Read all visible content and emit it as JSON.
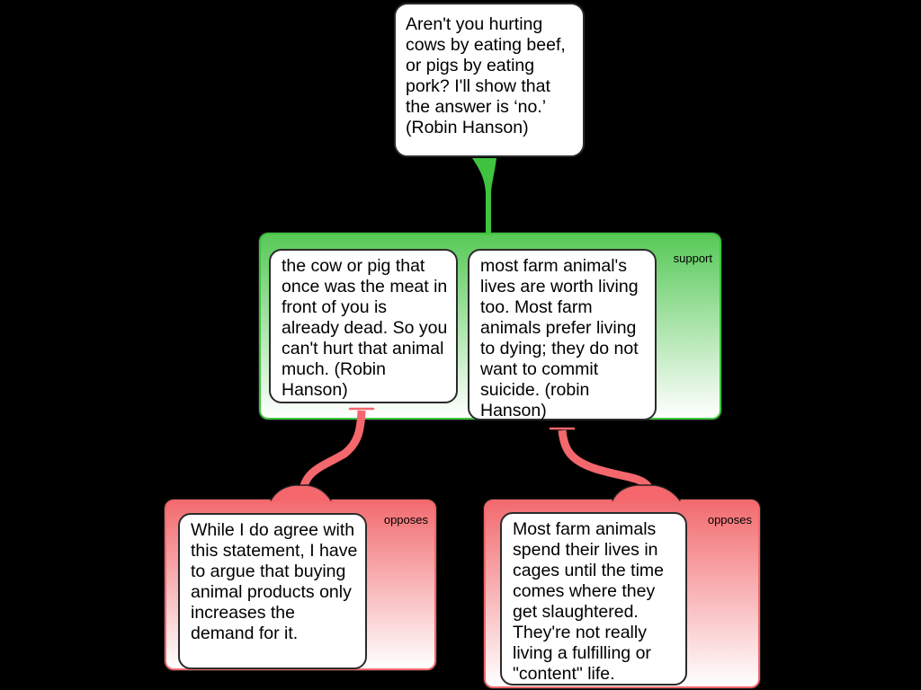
{
  "colors": {
    "bg": "#000000",
    "green-accent": "#3fc43f",
    "green-top": "#57c957",
    "red-accent": "#f4676c",
    "red-top": "#f26b6f",
    "outline-dark": "#1f1f1f",
    "node-border": "#2b2b2b"
  },
  "map": {
    "root": {
      "text": "Aren't you hurting cows by eating beef, or pigs by eating pork? I'll show that the answer is ‘no.’ (Robin Hanson)"
    },
    "support_group": {
      "label": "support",
      "premises": [
        {
          "text": "the cow or pig that once was the meat in front of you is already dead. So you can't hurt that animal much. (Robin Hanson)"
        },
        {
          "text": "most farm animal's lives are worth living too. Most farm animals prefer living to dying; they do not want to commit suicide. (robin Hanson)"
        }
      ]
    },
    "oppose_groups": [
      {
        "label": "opposes",
        "text": "While I do agree with this statement, I have to argue that buying animal products only increases the demand for it."
      },
      {
        "label": "opposes",
        "text": "Most farm animals spend their lives in cages until the time comes where they get slaughtered. They're not really living a fulfilling or \"content\" life."
      }
    ]
  }
}
